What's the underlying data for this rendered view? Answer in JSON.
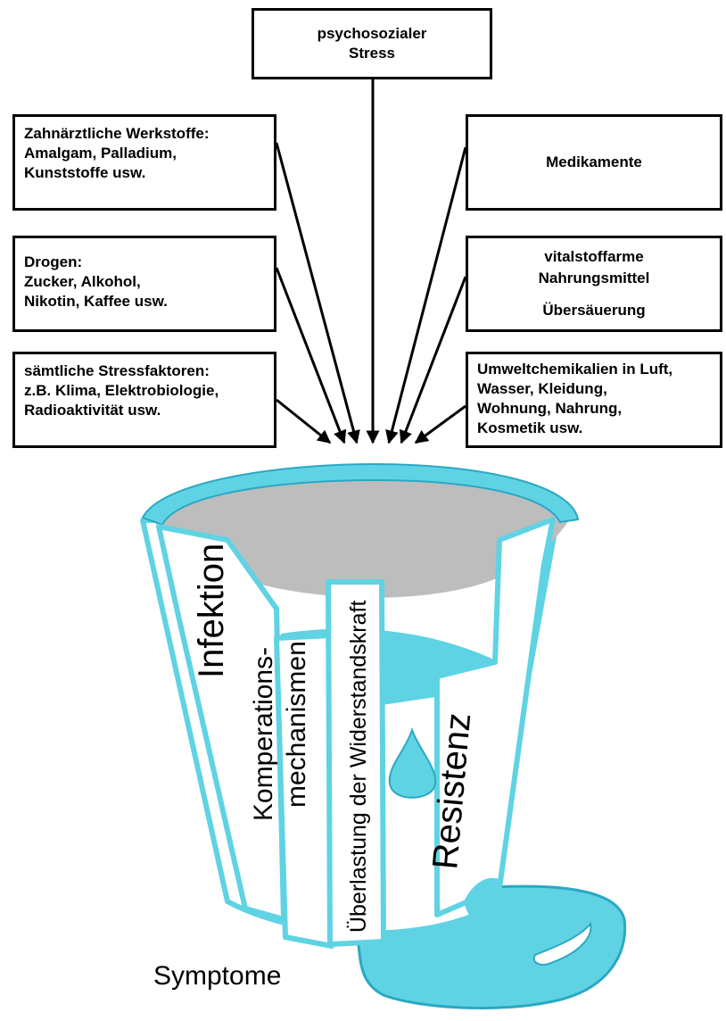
{
  "boxes": {
    "top": [
      "psychosozialer",
      "Stress"
    ],
    "left1": [
      "Zahnärztliche Werkstoffe:",
      "Amalgam, Palladium,",
      "Kunststoffe usw."
    ],
    "left2": [
      "Drogen:",
      "Zucker, Alkohol,",
      "Nikotin, Kaffee usw."
    ],
    "left3": [
      "sämtliche Stressfaktoren:",
      "z.B. Klima, Elektrobiologie,",
      "Radioaktivität usw."
    ],
    "right1": [
      "Medikamente"
    ],
    "right2": [
      "vitalstoffarme",
      "Nahrungsmittel",
      "",
      "Übersäuerung"
    ],
    "right3": [
      "Umweltchemikalien in Luft,",
      "Wasser, Kleidung,",
      "Wohnung, Nahrung,",
      "Kosmetik usw."
    ]
  },
  "bucket": {
    "stave1": "Infektion",
    "stave2a": "Komperations-",
    "stave2b": "mechanismen",
    "stave3": "Überlastung der Widerstandskraft",
    "stave4": "Resistenz"
  },
  "puddle_label": "Symptome",
  "colors": {
    "water": "#5fd3e3",
    "gray": "#bdbdbd",
    "outline": "#2aa8c4"
  }
}
